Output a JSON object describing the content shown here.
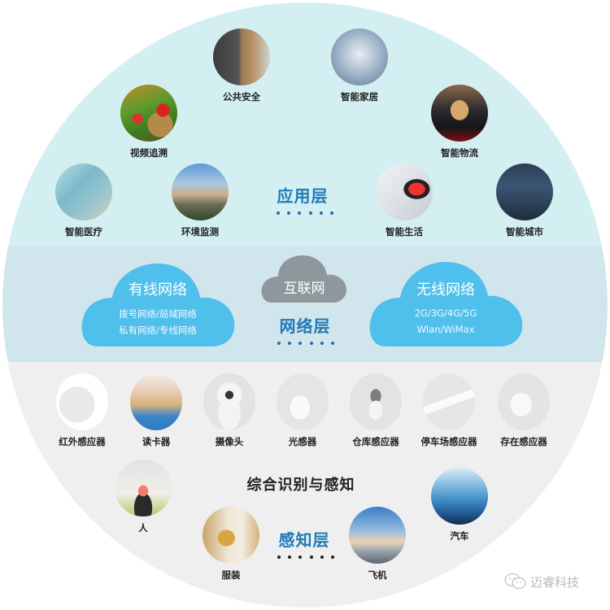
{
  "application_layer": {
    "title": "应用层",
    "dots": 6,
    "items": [
      {
        "label": "公共安全",
        "icon": "public-safety-photo"
      },
      {
        "label": "智能家居",
        "icon": "smart-home-photo"
      },
      {
        "label": "视频追溯",
        "icon": "video-traceability-photo"
      },
      {
        "label": "智能物流",
        "icon": "smart-logistics-photo"
      },
      {
        "label": "智能医疗",
        "icon": "smart-healthcare-photo"
      },
      {
        "label": "环境监测",
        "icon": "environment-monitoring-photo"
      },
      {
        "label": "智能生活",
        "icon": "smart-life-photo"
      },
      {
        "label": "智能城市",
        "icon": "smart-city-photo"
      }
    ]
  },
  "network_layer": {
    "title": "网络层",
    "dots": 6,
    "wired": {
      "title": "有线网络",
      "line1": "拨号网络/局域网络",
      "line2": "私有网络/专线网络"
    },
    "internet": {
      "title": "互联网"
    },
    "wireless": {
      "title": "无线网络",
      "line1": "2G/3G/4G/5G",
      "line2": "Wlan/WiMax"
    }
  },
  "perception_layer": {
    "title": "感知层",
    "subtitle": "综合识别与感知",
    "dots": 6,
    "sensors": [
      {
        "label": "红外感应器",
        "icon": "infrared-sensor-photo"
      },
      {
        "label": "读卡器",
        "icon": "card-reader-photo"
      },
      {
        "label": "摄像头",
        "icon": "camera-photo"
      },
      {
        "label": "光感器",
        "icon": "light-sensor-photo"
      },
      {
        "label": "仓库感应器",
        "icon": "warehouse-sensor-photo"
      },
      {
        "label": "停车场感应器",
        "icon": "parking-sensor-photo"
      },
      {
        "label": "存在感应器",
        "icon": "presence-sensor-photo"
      }
    ],
    "objects": [
      {
        "label": "人",
        "icon": "person-photo"
      },
      {
        "label": "服装",
        "icon": "clothing-photo"
      },
      {
        "label": "飞机",
        "icon": "airplane-photo"
      },
      {
        "label": "汽车",
        "icon": "car-photo"
      }
    ]
  },
  "watermark": {
    "text": "迈睿科技",
    "icon": "wechat-icon"
  },
  "colors": {
    "app_band": "#d3eff2",
    "net_band": "#d0e5ec",
    "sense_band": "#efefef",
    "cloud_blue": "#4fbfec",
    "cloud_gray": "#8e979c",
    "layer_title_blue": "#1f7ab8"
  }
}
